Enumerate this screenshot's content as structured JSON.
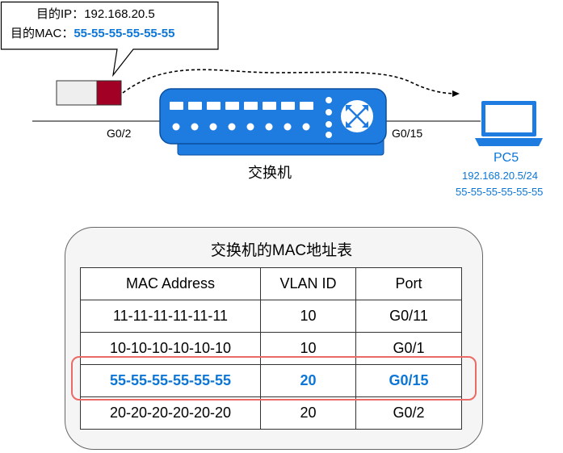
{
  "callout": {
    "ip_label": "目的IP：",
    "ip_value": "192.168.20.5",
    "mac_label": "目的MAC：",
    "mac_value": "55-55-55-55-55-55"
  },
  "switch": {
    "label": "交换机",
    "port_left": "G0/2",
    "port_right": "G0/15"
  },
  "pc": {
    "name": "PC5",
    "ip": "192.168.20.5/24",
    "mac": "55-55-55-55-55-55"
  },
  "table": {
    "title": "交换机的MAC地址表",
    "headers": [
      "MAC Address",
      "VLAN ID",
      "Port"
    ],
    "rows": [
      [
        "11-11-11-11-11-11",
        "10",
        "G0/11"
      ],
      [
        "10-10-10-10-10-10",
        "10",
        "G0/1"
      ],
      [
        "55-55-55-55-55-55",
        "20",
        "G0/15"
      ],
      [
        "20-20-20-20-20-20",
        "20",
        "G0/2"
      ]
    ],
    "highlighted_row": 2
  },
  "colors": {
    "accent": "#0b76d8",
    "switch_blue": "#1e7be0",
    "frame_red": "#a20025",
    "highlight_border": "#ea6b66"
  }
}
